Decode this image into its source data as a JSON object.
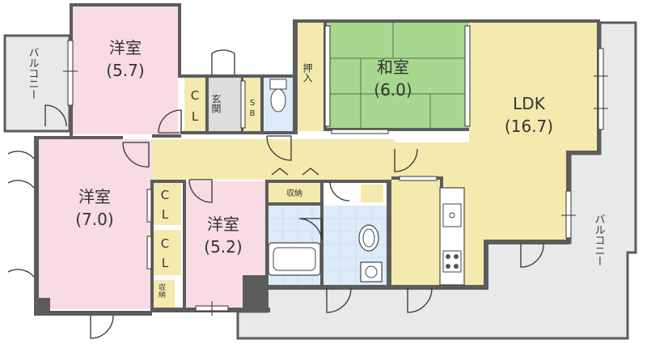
{
  "colors": {
    "western_room": "#f9dbe4",
    "japanese_room": "#a8d78f",
    "wood_floor": "#f4eaae",
    "closet": "#f4eaae",
    "bath": "#dcebf7",
    "balcony": "#e9e9e9",
    "entrance": "#dddddd",
    "wall": "#5c5c5c"
  },
  "rooms": {
    "western_1": {
      "name": "洋室",
      "size": "(5.7)"
    },
    "western_2": {
      "name": "洋室",
      "size": "(7.0)"
    },
    "western_3": {
      "name": "洋室",
      "size": "(5.2)"
    },
    "japanese": {
      "name": "和室",
      "size": "(6.0)"
    },
    "ldk": {
      "name": "LDK",
      "size": "(16.7)"
    }
  },
  "labels": {
    "balcony": "バルコニー",
    "closet_c": "C",
    "closet_l": "L",
    "entrance": "玄関",
    "sb_s": "S",
    "sb_b": "B",
    "oshiire": "押入",
    "storage": "収納",
    "storage_small": "収納"
  }
}
